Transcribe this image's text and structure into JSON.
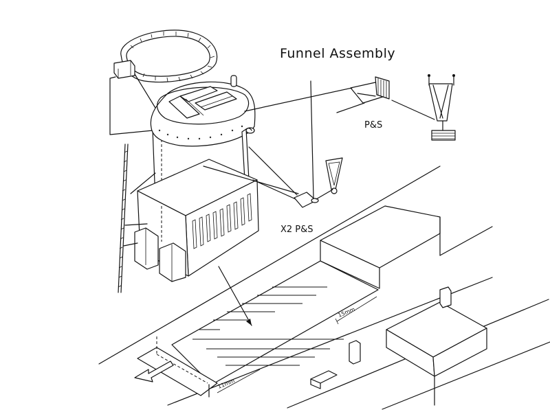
{
  "labels": {
    "title": "Funnel Assembly",
    "top_right_ps": "P&S",
    "x2_ps": "X2  P&S",
    "dim_15mm": "15mm",
    "dim_11mm": "11mm"
  }
}
